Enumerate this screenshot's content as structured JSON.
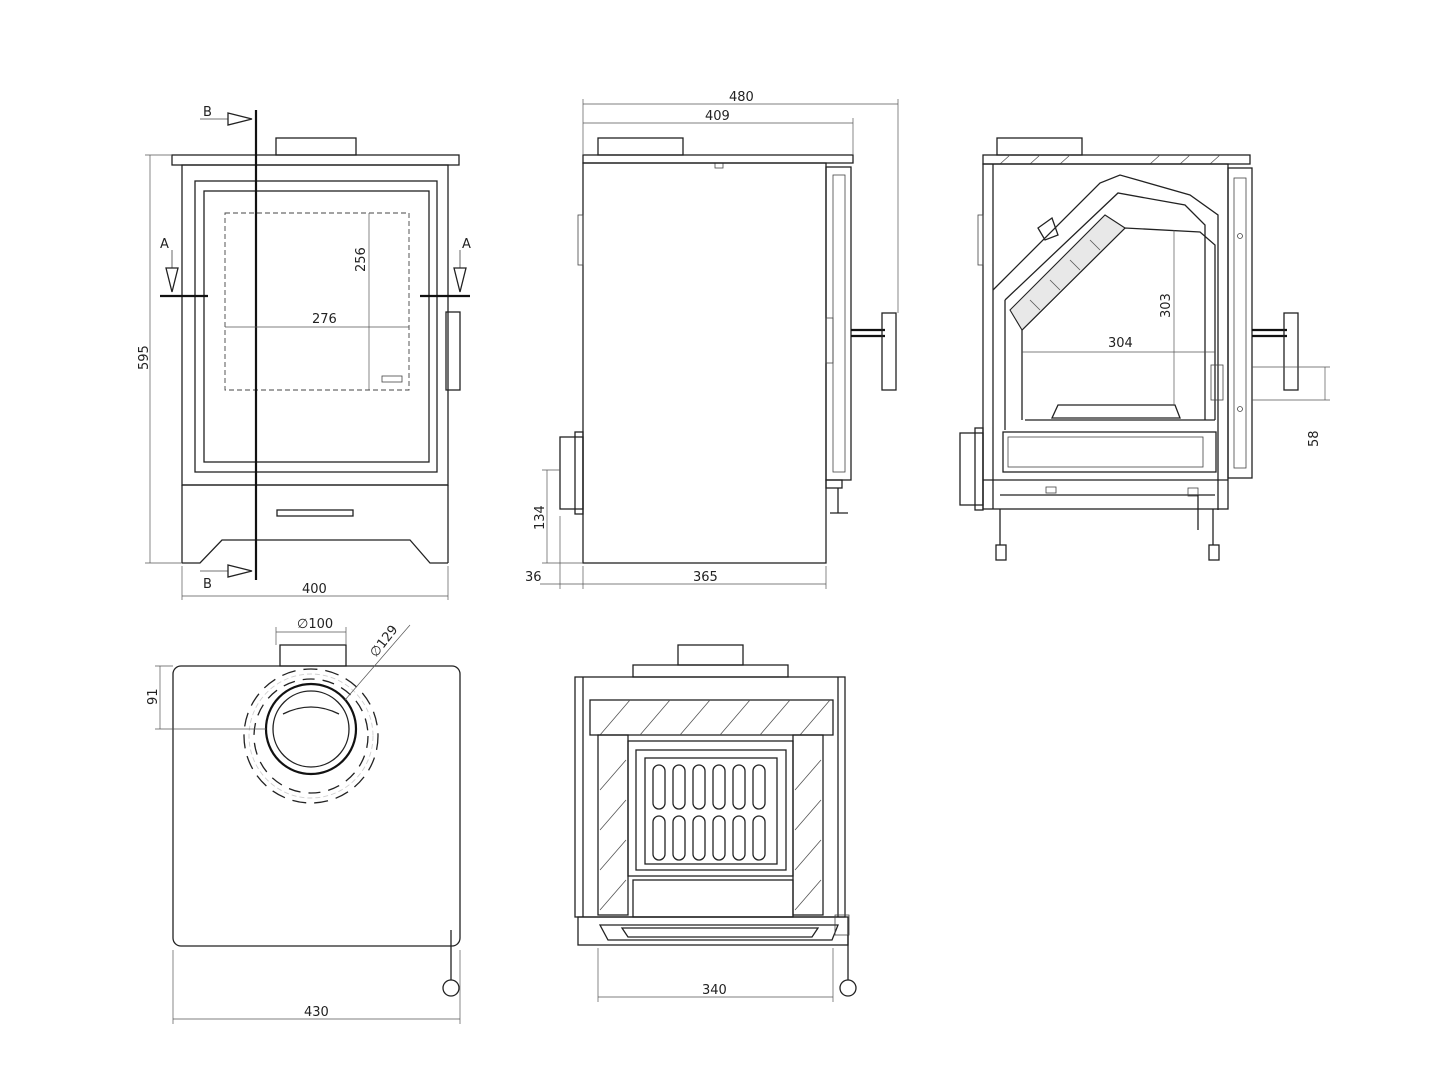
{
  "section_labels": {
    "b_top": "B",
    "b_bottom": "B",
    "a_left": "A",
    "a_right": "A"
  },
  "dimensions": {
    "front_height": "595",
    "front_width": "400",
    "glass_width": "276",
    "glass_height": "256",
    "side_overall_width": "480",
    "side_top_width": "409",
    "side_body_width": "365",
    "side_offset": "36",
    "side_outlet_height": "134",
    "section_inner_height": "303",
    "section_inner_width": "304",
    "section_handle_height": "58",
    "top_flue_diameter": "∅100",
    "top_ring_diameter": "∅129",
    "top_flue_offset": "91",
    "top_width": "430",
    "bottom_width": "340"
  },
  "colors": {
    "line": "#222222",
    "background": "#ffffff"
  }
}
